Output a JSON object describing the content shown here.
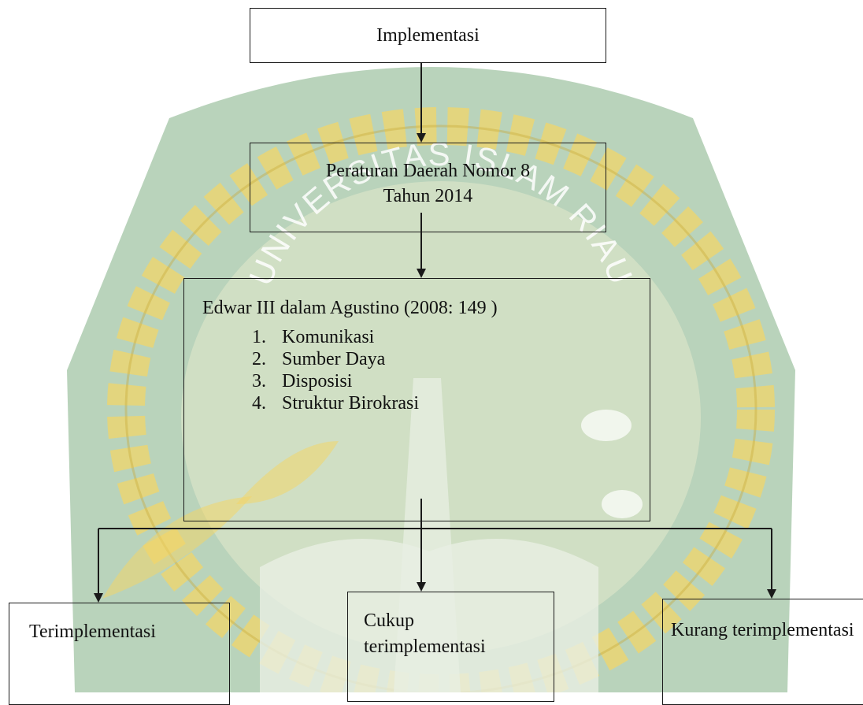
{
  "watermark": {
    "text": "UNIVERSITAS ISLAM RIAU",
    "colors": {
      "green": "#7fae84",
      "gold": "#f2d66a",
      "cream": "#fdf6d8",
      "light": "#e8efe3"
    }
  },
  "diagram": {
    "nodes": {
      "implementasi": {
        "label": "Implementasi"
      },
      "perda": {
        "line1": "Peraturan Daerah Nomor 8",
        "line2": "Tahun 2014"
      },
      "theory": {
        "heading": "Edwar III dalam Agustino (2008: 149 )",
        "items": [
          {
            "label": "Komunikasi"
          },
          {
            "label": "Sumber Daya"
          },
          {
            "label": "Disposisi"
          },
          {
            "label": "Struktur Birokrasi"
          }
        ]
      },
      "outcome_1": {
        "label": "Terimplementasi"
      },
      "outcome_2": {
        "label": "Cukup terimplementasi"
      },
      "outcome_3": {
        "label": "Kurang terimplementasi"
      }
    },
    "edges": [
      {
        "from": "implementasi",
        "to": "perda"
      },
      {
        "from": "perda",
        "to": "theory"
      },
      {
        "from": "theory",
        "to": "outcome_1"
      },
      {
        "from": "theory",
        "to": "outcome_2"
      },
      {
        "from": "theory",
        "to": "outcome_3"
      }
    ],
    "line_color": "#1a1a1a"
  }
}
